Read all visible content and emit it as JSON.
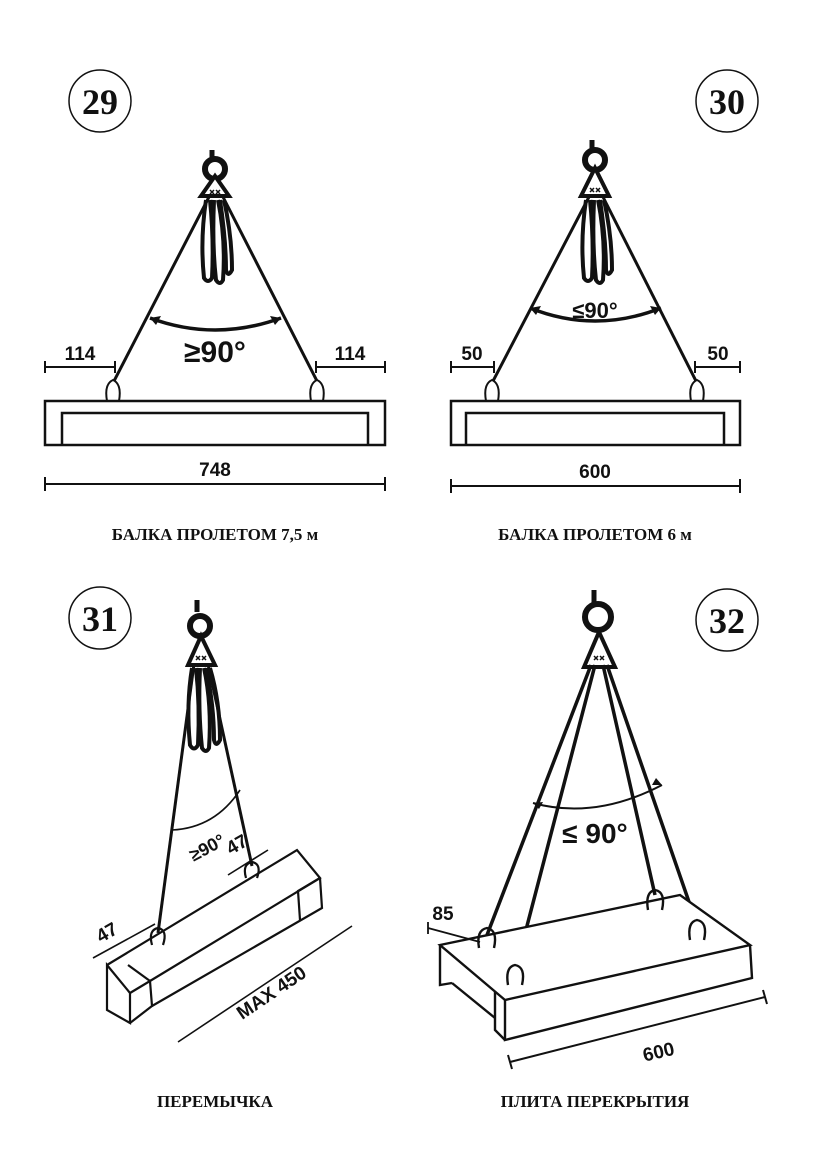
{
  "panels": [
    {
      "number": "29",
      "angle": "≥90°",
      "left_dim": "114",
      "right_dim": "114",
      "length_dim": "748",
      "caption": "БАЛКА ПРОЛЕТОМ 7,5 м"
    },
    {
      "number": "30",
      "angle": "≤90°",
      "left_dim": "50",
      "right_dim": "50",
      "length_dim": "600",
      "caption": "БАЛКА ПРОЛЕТОМ 6 м"
    },
    {
      "number": "31",
      "angle": "≥90°",
      "left_dim": "47",
      "right_dim": "47",
      "length_dim": "MAX 450",
      "caption": "ПЕРЕМЫЧКА"
    },
    {
      "number": "32",
      "angle": "≤ 90°",
      "left_dim": "85",
      "length_dim": "600",
      "caption": "ПЛИТА ПЕРЕКРЫТИЯ"
    }
  ],
  "colors": {
    "ink": "#111111",
    "background": "#ffffff"
  }
}
